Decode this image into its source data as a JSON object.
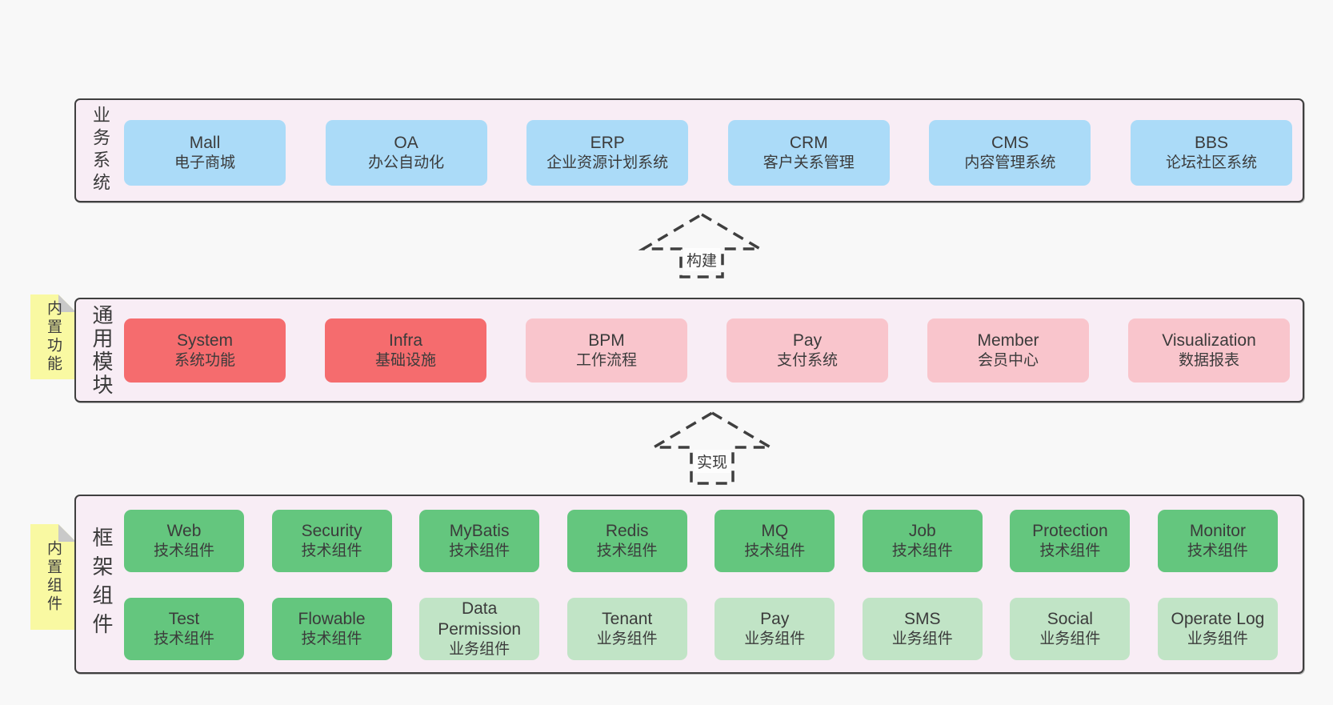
{
  "diagram": {
    "arrows": [
      {
        "label": "构建"
      },
      {
        "label": "实现"
      }
    ],
    "layers": [
      {
        "label": "业务系统",
        "note": "",
        "rows": [
          [
            {
              "name": "Mall",
              "desc": "电子商城",
              "type": "blue"
            },
            {
              "name": "OA",
              "desc": "办公自动化",
              "type": "blue"
            },
            {
              "name": "ERP",
              "desc": "企业资源计划系统",
              "type": "blue"
            },
            {
              "name": "CRM",
              "desc": "客户关系管理",
              "type": "blue"
            },
            {
              "name": "CMS",
              "desc": "内容管理系统",
              "type": "blue"
            },
            {
              "name": "BBS",
              "desc": "论坛社区系统",
              "type": "blue"
            }
          ]
        ]
      },
      {
        "label": "通用模块",
        "note": "内置功能",
        "rows": [
          [
            {
              "name": "System",
              "desc": "系统功能",
              "type": "red"
            },
            {
              "name": "Infra",
              "desc": "基础设施",
              "type": "red"
            },
            {
              "name": "BPM",
              "desc": "工作流程",
              "type": "pink"
            },
            {
              "name": "Pay",
              "desc": "支付系统",
              "type": "pink"
            },
            {
              "name": "Member",
              "desc": "会员中心",
              "type": "pink"
            },
            {
              "name": "Visualization",
              "desc": "数据报表",
              "type": "pink"
            }
          ]
        ]
      },
      {
        "label": "框架组件",
        "note": "内置组件",
        "rows": [
          [
            {
              "name": "Web",
              "desc": "技术组件",
              "type": "green"
            },
            {
              "name": "Security",
              "desc": "技术组件",
              "type": "green"
            },
            {
              "name": "MyBatis",
              "desc": "技术组件",
              "type": "green"
            },
            {
              "name": "Redis",
              "desc": "技术组件",
              "type": "green"
            },
            {
              "name": "MQ",
              "desc": "技术组件",
              "type": "green"
            },
            {
              "name": "Job",
              "desc": "技术组件",
              "type": "green"
            },
            {
              "name": "Protection",
              "desc": "技术组件",
              "type": "green"
            },
            {
              "name": "Monitor",
              "desc": "技术组件",
              "type": "green"
            }
          ],
          [
            {
              "name": "Test",
              "desc": "技术组件",
              "type": "green"
            },
            {
              "name": "Flowable",
              "desc": "技术组件",
              "type": "green"
            },
            {
              "name": "Data Permission",
              "desc": "业务组件",
              "type": "lightgreen"
            },
            {
              "name": "Tenant",
              "desc": "业务组件",
              "type": "lightgreen"
            },
            {
              "name": "Pay",
              "desc": "业务组件",
              "type": "lightgreen"
            },
            {
              "name": "SMS",
              "desc": "业务组件",
              "type": "lightgreen"
            },
            {
              "name": "Social",
              "desc": "业务组件",
              "type": "lightgreen"
            },
            {
              "name": "Operate Log",
              "desc": "业务组件",
              "type": "lightgreen"
            }
          ]
        ]
      }
    ],
    "colors": {
      "pageBg": "#f8f8f8",
      "containerBg": "#f8edf5",
      "border": "#3f3f3f",
      "text": "#3b3b3b",
      "blue": "#abdbf8",
      "red": "#f56c6e",
      "pink": "#f9c5cc",
      "green": "#64c67e",
      "lightgreen": "#c1e4c6",
      "note": "#f9f9a2",
      "noteFold": "#c9c9c9"
    }
  }
}
